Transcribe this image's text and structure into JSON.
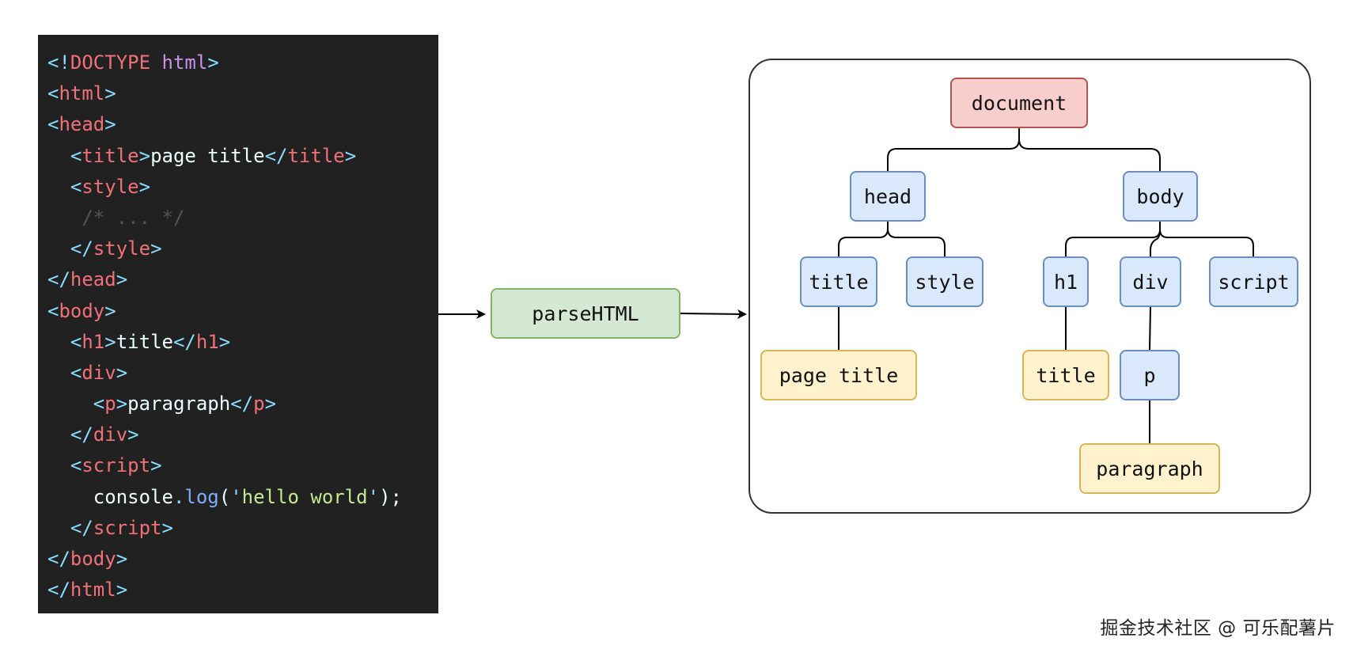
{
  "code": {
    "lines": [
      [
        {
          "t": "<!",
          "c": "punc"
        },
        {
          "t": "DOCTYPE",
          "c": "tag"
        },
        {
          "t": " ",
          "c": "text"
        },
        {
          "t": "html",
          "c": "kw"
        },
        {
          "t": ">",
          "c": "punc"
        }
      ],
      [
        {
          "t": "<",
          "c": "punc"
        },
        {
          "t": "html",
          "c": "tag"
        },
        {
          "t": ">",
          "c": "punc"
        }
      ],
      [
        {
          "t": "<",
          "c": "punc"
        },
        {
          "t": "head",
          "c": "tag"
        },
        {
          "t": ">",
          "c": "punc"
        }
      ],
      [
        {
          "t": "  ",
          "c": "text"
        },
        {
          "t": "<",
          "c": "punc"
        },
        {
          "t": "title",
          "c": "tag"
        },
        {
          "t": ">",
          "c": "punc"
        },
        {
          "t": "page title",
          "c": "text"
        },
        {
          "t": "</",
          "c": "punc"
        },
        {
          "t": "title",
          "c": "tag"
        },
        {
          "t": ">",
          "c": "punc"
        }
      ],
      [
        {
          "t": "  ",
          "c": "text"
        },
        {
          "t": "<",
          "c": "punc"
        },
        {
          "t": "style",
          "c": "tag"
        },
        {
          "t": ">",
          "c": "punc"
        }
      ],
      [
        {
          "t": "   ",
          "c": "text"
        },
        {
          "t": "/* ... */",
          "c": "comment"
        }
      ],
      [
        {
          "t": "  ",
          "c": "text"
        },
        {
          "t": "</",
          "c": "punc"
        },
        {
          "t": "style",
          "c": "tag"
        },
        {
          "t": ">",
          "c": "punc"
        }
      ],
      [
        {
          "t": "</",
          "c": "punc"
        },
        {
          "t": "head",
          "c": "tag"
        },
        {
          "t": ">",
          "c": "punc"
        }
      ],
      [
        {
          "t": "<",
          "c": "punc"
        },
        {
          "t": "body",
          "c": "tag"
        },
        {
          "t": ">",
          "c": "punc"
        }
      ],
      [
        {
          "t": "  ",
          "c": "text"
        },
        {
          "t": "<",
          "c": "punc"
        },
        {
          "t": "h1",
          "c": "tag"
        },
        {
          "t": ">",
          "c": "punc"
        },
        {
          "t": "title",
          "c": "text"
        },
        {
          "t": "</",
          "c": "punc"
        },
        {
          "t": "h1",
          "c": "tag"
        },
        {
          "t": ">",
          "c": "punc"
        }
      ],
      [
        {
          "t": "  ",
          "c": "text"
        },
        {
          "t": "<",
          "c": "punc"
        },
        {
          "t": "div",
          "c": "tag"
        },
        {
          "t": ">",
          "c": "punc"
        }
      ],
      [
        {
          "t": "    ",
          "c": "text"
        },
        {
          "t": "<",
          "c": "punc"
        },
        {
          "t": "p",
          "c": "tag"
        },
        {
          "t": ">",
          "c": "punc"
        },
        {
          "t": "paragraph",
          "c": "text"
        },
        {
          "t": "</",
          "c": "punc"
        },
        {
          "t": "p",
          "c": "tag"
        },
        {
          "t": ">",
          "c": "punc"
        }
      ],
      [
        {
          "t": "  ",
          "c": "text"
        },
        {
          "t": "</",
          "c": "punc"
        },
        {
          "t": "div",
          "c": "tag"
        },
        {
          "t": ">",
          "c": "punc"
        }
      ],
      [
        {
          "t": "  ",
          "c": "text"
        },
        {
          "t": "<",
          "c": "punc"
        },
        {
          "t": "script",
          "c": "tag"
        },
        {
          "t": ">",
          "c": "punc"
        }
      ],
      [
        {
          "t": "    ",
          "c": "text"
        },
        {
          "t": "console",
          "c": "text"
        },
        {
          "t": ".",
          "c": "punc"
        },
        {
          "t": "log",
          "c": "func"
        },
        {
          "t": "(",
          "c": "text"
        },
        {
          "t": "'",
          "c": "punc"
        },
        {
          "t": "hello world",
          "c": "string"
        },
        {
          "t": "'",
          "c": "punc"
        },
        {
          "t": ");",
          "c": "text"
        }
      ],
      [
        {
          "t": "  ",
          "c": "text"
        },
        {
          "t": "</",
          "c": "punc"
        },
        {
          "t": "script",
          "c": "tag"
        },
        {
          "t": ">",
          "c": "punc"
        }
      ],
      [
        {
          "t": "</",
          "c": "punc"
        },
        {
          "t": "body",
          "c": "tag"
        },
        {
          "t": ">",
          "c": "punc"
        }
      ],
      [
        {
          "t": "</",
          "c": "punc"
        },
        {
          "t": "html",
          "c": "tag"
        },
        {
          "t": ">",
          "c": "punc"
        }
      ]
    ]
  },
  "process": {
    "label": "parseHTML"
  },
  "tree": {
    "document": "document",
    "head": "head",
    "body": "body",
    "head_title": "title",
    "head_style": "style",
    "body_h1": "h1",
    "body_div": "div",
    "body_script": "script",
    "title_text": "page title",
    "h1_text": "title",
    "div_p": "p",
    "p_text": "paragraph"
  },
  "watermark": "掘金技术社区 @ 可乐配薯片",
  "colors": {
    "code_bg": "#212121",
    "element_fill": "#dae8fc",
    "text_node_fill": "#fff2cc",
    "root_fill": "#f8cecc",
    "process_fill": "#d5e8d4"
  }
}
